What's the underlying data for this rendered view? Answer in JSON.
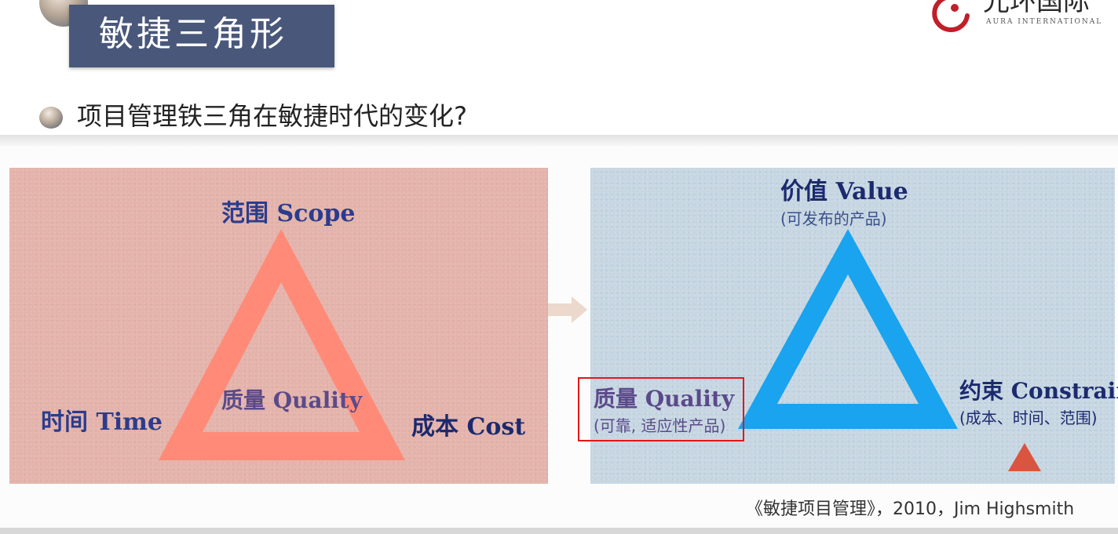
{
  "header": {
    "title": "敏捷三角形",
    "bullet_text": "项目管理铁三角在敏捷时代的变化?"
  },
  "logo": {
    "cn_text": "光环国际",
    "en_text": "AURA INTERNATIONAL"
  },
  "left_triangle": {
    "top_cn": "范围",
    "top_en": "Scope",
    "left_cn": "时间",
    "left_en": "Time",
    "right_cn": "成本",
    "right_en": "Cost",
    "center_cn": "质量",
    "center_en": "Quality"
  },
  "right_triangle": {
    "top_cn": "价值",
    "top_en": "Value",
    "top_sub": "(可发布的产品)",
    "left_cn": "质量",
    "left_en": "Quality",
    "left_sub": "(可靠, 适应性产品)",
    "right_cn": "约束",
    "right_en": "Constrain",
    "right_sub": "(成本、时间、范围)"
  },
  "citation": "《敏捷项目管理》，2010，Jim Highsmith",
  "colors": {
    "title_bg": "#49587a",
    "left_triangle": "#ff8a78",
    "right_triangle": "#1aa3ee",
    "highlight_box": "#e01818",
    "small_triangle": "#d9553f"
  }
}
